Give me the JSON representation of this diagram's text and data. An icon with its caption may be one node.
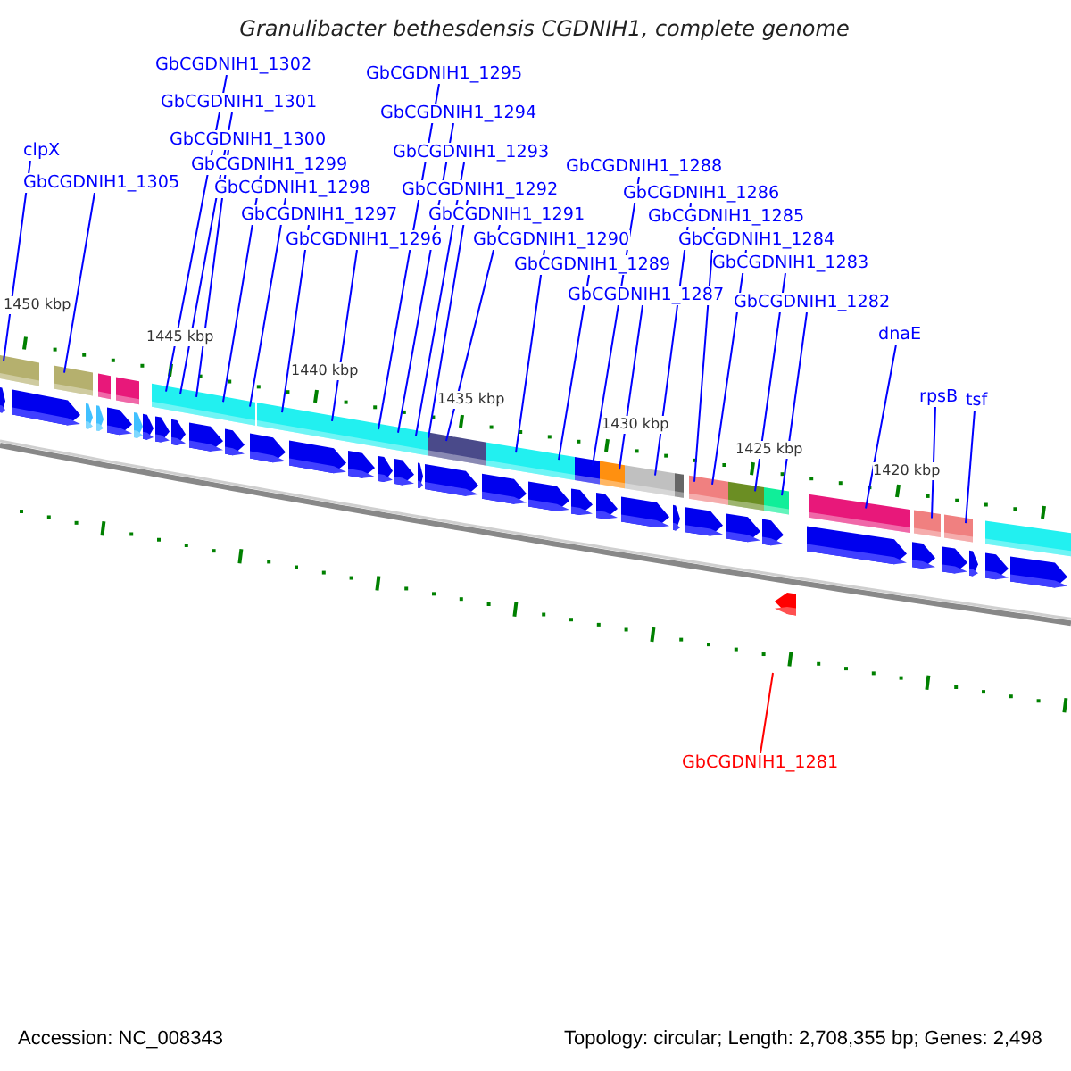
{
  "diagram": {
    "title": "Granulibacter bethesdensis CGDNIH1, complete genome",
    "nodes": [
      {
        "text": [
          "GbCGDNIH1_1302"
        ]
      },
      {
        "text": [
          "GbCGDNIH1_1295"
        ]
      },
      {
        "text": [
          "GbCGDNIH1_1301"
        ]
      },
      {
        "text": [
          "GbCGDNIH1_1294"
        ]
      },
      {
        "text": [
          "GbCGDNIH1_1300"
        ]
      },
      {
        "text": [
          "clpX"
        ]
      },
      {
        "text": [
          "GbCGDNIH1_1293"
        ]
      },
      {
        "text": [
          "GbCGDNIH1_1299"
        ]
      },
      {
        "text": [
          "GbCGDNIH1_1288"
        ]
      },
      {
        "text": [
          "GbCGDNIH1_1305"
        ]
      },
      {
        "text": [
          "GbCGDNIH1_1298"
        ]
      },
      {
        "text": [
          "GbCGDNIH1_1292"
        ]
      },
      {
        "text": [
          "GbCGDNIH1_1286"
        ]
      },
      {
        "text": [
          "GbCGDNIH1_1297"
        ]
      },
      {
        "text": [
          "GbCGDNIH1_1291"
        ]
      },
      {
        "text": [
          "GbCGDNIH1_1285"
        ]
      },
      {
        "text": [
          "GbCGDNIH1_1296"
        ]
      },
      {
        "text": [
          "GbCGDNIH1_1290"
        ]
      },
      {
        "text": [
          "GbCGDNIH1_1284"
        ]
      },
      {
        "text": [
          "GbCGDNIH1_1283"
        ]
      },
      {
        "text": [
          "GbCGDNIH1_1289"
        ]
      },
      {
        "text": [
          "GbCGDNIH1_1287"
        ]
      },
      {
        "text": [
          "GbCGDNIH1_1282"
        ]
      },
      {
        "text": [
          "dnaE"
        ]
      },
      {
        "text": [
          "rpsB"
        ]
      },
      {
        "text": [
          "tsf"
        ]
      },
      {
        "text": [
          "GbCGDNIH1_1281"
        ]
      }
    ],
    "edges": [
      {
        "from": 0,
        "to": null,
        "arrow": "none"
      },
      {
        "from": 1,
        "to": null,
        "arrow": "none"
      },
      {
        "from": 2,
        "to": null,
        "arrow": "none"
      },
      {
        "from": 3,
        "to": null,
        "arrow": "none"
      },
      {
        "from": 4,
        "to": null,
        "arrow": "none"
      },
      {
        "from": 5,
        "to": null,
        "arrow": "none"
      },
      {
        "from": 6,
        "to": null,
        "arrow": "none"
      },
      {
        "from": 7,
        "to": null,
        "arrow": "none"
      },
      {
        "from": 8,
        "to": null,
        "arrow": "none"
      },
      {
        "from": 9,
        "to": null,
        "arrow": "none"
      },
      {
        "from": 10,
        "to": null,
        "arrow": "none"
      },
      {
        "from": 11,
        "to": null,
        "arrow": "none"
      },
      {
        "from": 12,
        "to": null,
        "arrow": "none"
      },
      {
        "from": 13,
        "to": null,
        "arrow": "none"
      },
      {
        "from": 14,
        "to": null,
        "arrow": "none"
      },
      {
        "from": 15,
        "to": null,
        "arrow": "none"
      },
      {
        "from": 16,
        "to": null,
        "arrow": "none"
      },
      {
        "from": 17,
        "to": null,
        "arrow": "none"
      },
      {
        "from": 18,
        "to": null,
        "arrow": "none"
      },
      {
        "from": 19,
        "to": null,
        "arrow": "none"
      },
      {
        "from": 20,
        "to": null,
        "arrow": "none"
      },
      {
        "from": 21,
        "to": null,
        "arrow": "none"
      },
      {
        "from": 22,
        "to": null,
        "arrow": "none"
      },
      {
        "from": 23,
        "to": null,
        "arrow": "none"
      },
      {
        "from": 24,
        "to": null,
        "arrow": "none"
      },
      {
        "from": 25,
        "to": null,
        "arrow": "none"
      },
      {
        "from": 26,
        "to": null,
        "arrow": "none",
        "color": "#ff0000"
      }
    ],
    "labels": [
      "1450 kbp",
      "1445 kbp",
      "1440 kbp",
      "1435 kbp",
      "1430 kbp",
      "1425 kbp",
      "1420 kbp",
      "Accession: NC_008343",
      "Topology: circular; Length: 2,708,355 bp; Genes: 2,498"
    ]
  }
}
